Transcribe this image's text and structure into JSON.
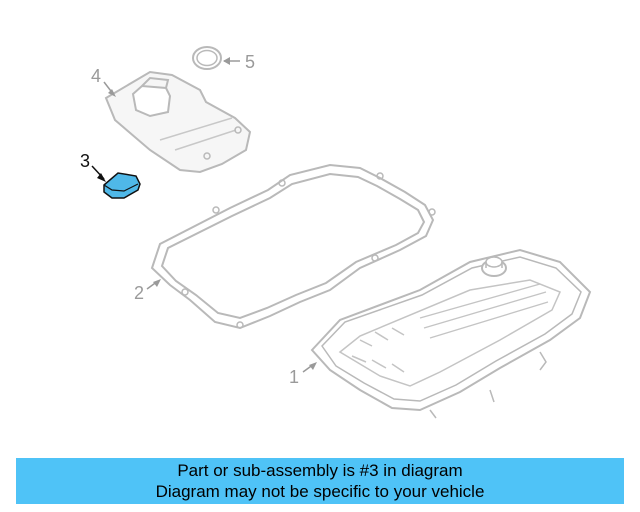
{
  "diagram": {
    "callouts": {
      "part1": "1",
      "part2": "2",
      "part3": "3",
      "part4": "4",
      "part5": "5"
    },
    "highlighted_part": "3",
    "colors": {
      "line_gray": "#b9b9b9",
      "fill_gray": "#f3f3f3",
      "highlight_blue": "#4fb8e8",
      "highlight_outline": "#111111",
      "callout_gray": "#9a9a9a",
      "callout_active": "#111111"
    }
  },
  "banner": {
    "line1": "Part or sub-assembly is #3 in diagram",
    "line2": "Diagram may not be specific to your vehicle",
    "background": "#4fc3f7"
  }
}
